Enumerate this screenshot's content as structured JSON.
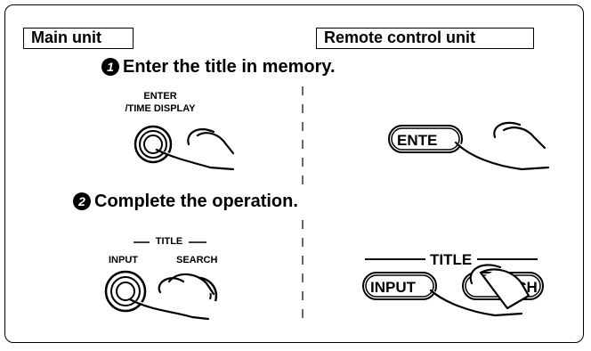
{
  "headers": {
    "main_unit": "Main unit",
    "remote_unit": "Remote control unit"
  },
  "steps": [
    {
      "number": "1",
      "text": "Enter the title in memory."
    },
    {
      "number": "2",
      "text": "Complete the operation."
    }
  ],
  "main_unit_labels": {
    "enter_line1": "ENTER",
    "enter_line2": "/TIME DISPLAY",
    "title_group": "TITLE",
    "input": "INPUT",
    "search": "SEARCH"
  },
  "remote_labels": {
    "enter_button": "ENTE",
    "title_group": "TITLE",
    "input_button": "INPUT",
    "search_button": "RCH"
  }
}
